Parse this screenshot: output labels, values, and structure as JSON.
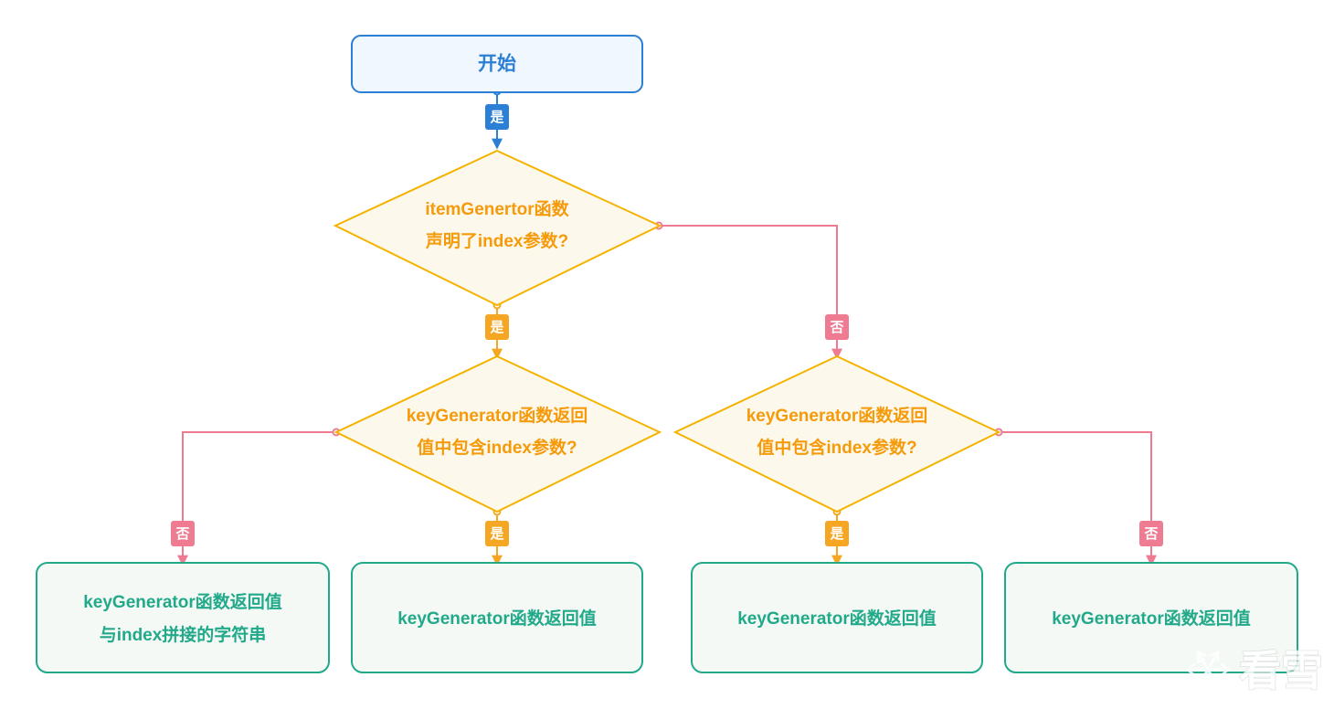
{
  "diagram": {
    "title": "keyGenerator index flowchart",
    "type": "flowchart",
    "background": "#ffffff",
    "colors": {
      "start_stroke": "#2b7fd4",
      "start_fill": "#f0f7fe",
      "start_text": "#2b7fd4",
      "decision_stroke": "#f5b301",
      "decision_fill": "#fdf8ec",
      "decision_text": "#f59a0b",
      "result_stroke": "#22a98a",
      "result_fill": "#f4f9f5",
      "result_text": "#22a98a",
      "yes_blue": "#2b7fd4",
      "yes_orange": "#f5a623",
      "no_pink": "#ef7b93"
    }
  },
  "nodes": {
    "start": {
      "id": "start",
      "kind": "terminator",
      "label": "开始"
    },
    "decision_item_generator": {
      "id": "decision_item_generator",
      "kind": "decision",
      "line1": "itemGenertor函数",
      "line2": "声明了index参数?"
    },
    "decision_key_left": {
      "id": "decision_key_left",
      "kind": "decision",
      "line1": "keyGenerator函数返回",
      "line2": "值中包含index参数?"
    },
    "decision_key_right": {
      "id": "decision_key_right",
      "kind": "decision",
      "line1": "keyGenerator函数返回",
      "line2": "值中包含index参数?"
    },
    "result_concat": {
      "id": "result_concat",
      "kind": "result",
      "line1": "keyGenerator函数返回值",
      "line2": "与index拼接的字符串"
    },
    "result_plain_1": {
      "id": "result_plain_1",
      "kind": "result",
      "line1": "keyGenerator函数返回值",
      "line2": ""
    },
    "result_plain_2": {
      "id": "result_plain_2",
      "kind": "result",
      "line1": "keyGenerator函数返回值",
      "line2": ""
    },
    "result_plain_3": {
      "id": "result_plain_3",
      "kind": "result",
      "line1": "keyGenerator函数返回值",
      "line2": ""
    }
  },
  "edges": {
    "start_to_d1": {
      "label": "是",
      "color": "#2b7fd4"
    },
    "d1_yes": {
      "label": "是",
      "color": "#f5a623"
    },
    "d1_no": {
      "label": "否",
      "color": "#ef7b93"
    },
    "d2_no": {
      "label": "否",
      "color": "#ef7b93"
    },
    "d2_yes": {
      "label": "是",
      "color": "#f5a623"
    },
    "d3_yes": {
      "label": "是",
      "color": "#f5a623"
    },
    "d3_no": {
      "label": "否",
      "color": "#ef7b93"
    }
  },
  "watermark": {
    "icon": "snowflake-icon",
    "text": "看雪"
  }
}
